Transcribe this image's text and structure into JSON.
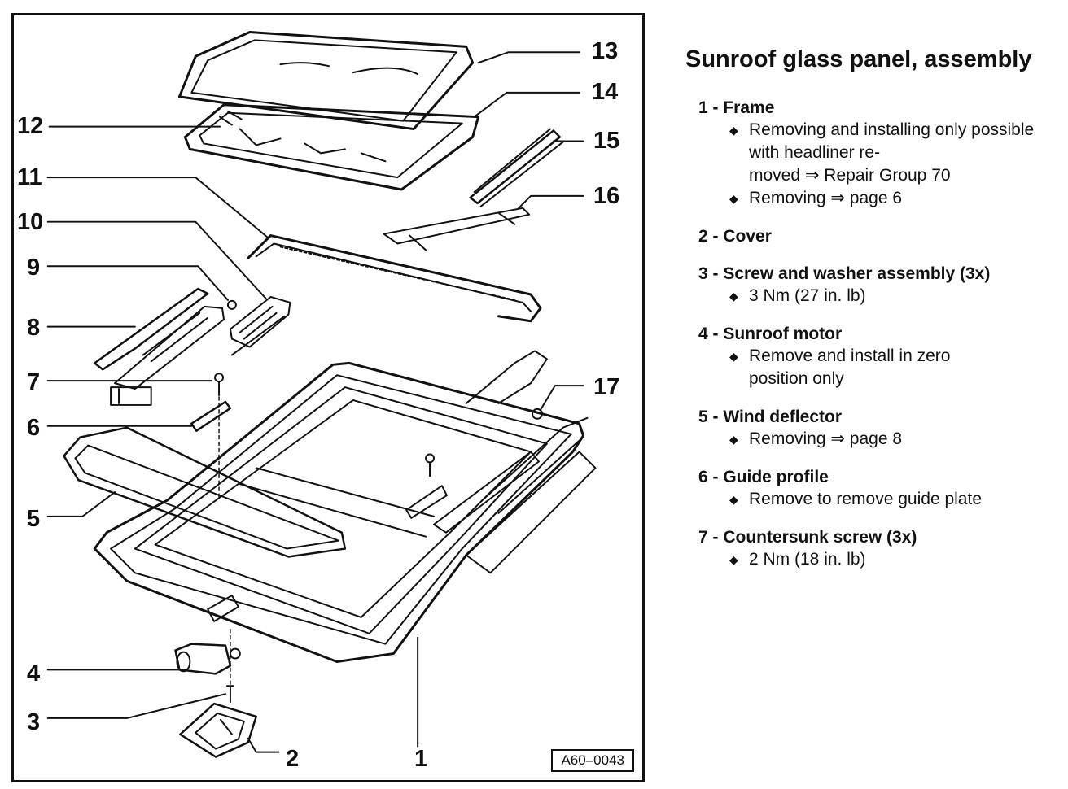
{
  "title": "Sunroof glass panel, assembly",
  "figure_code": "A60–0043",
  "callouts": [
    "1",
    "2",
    "3",
    "4",
    "5",
    "6",
    "7",
    "8",
    "9",
    "10",
    "11",
    "12",
    "13",
    "14",
    "15",
    "16",
    "17"
  ],
  "items": [
    {
      "title": "1 - Frame",
      "notes": [
        "Removing and installing only possible with headliner re-",
        "moved ⇒ Repair Group 70",
        "Removing ⇒ page 6"
      ]
    },
    {
      "title": "2 - Cover",
      "notes": []
    },
    {
      "title": "3 - Screw and washer assembly (3x)",
      "notes": [
        "3 Nm (27 in. lb)"
      ]
    },
    {
      "title": "4 - Sunroof motor",
      "notes": [
        "Remove and install in zero",
        "position only"
      ]
    },
    {
      "title": "5 - Wind deflector",
      "notes": [
        "Removing ⇒ page 8"
      ]
    },
    {
      "title": "6 - Guide profile",
      "notes": [
        "Remove to remove guide plate"
      ]
    },
    {
      "title": "7 - Countersunk screw (3x)",
      "notes": [
        "2 Nm (18 in. lb)"
      ]
    }
  ],
  "colors": {
    "ink": "#111111",
    "paper": "#ffffff"
  }
}
